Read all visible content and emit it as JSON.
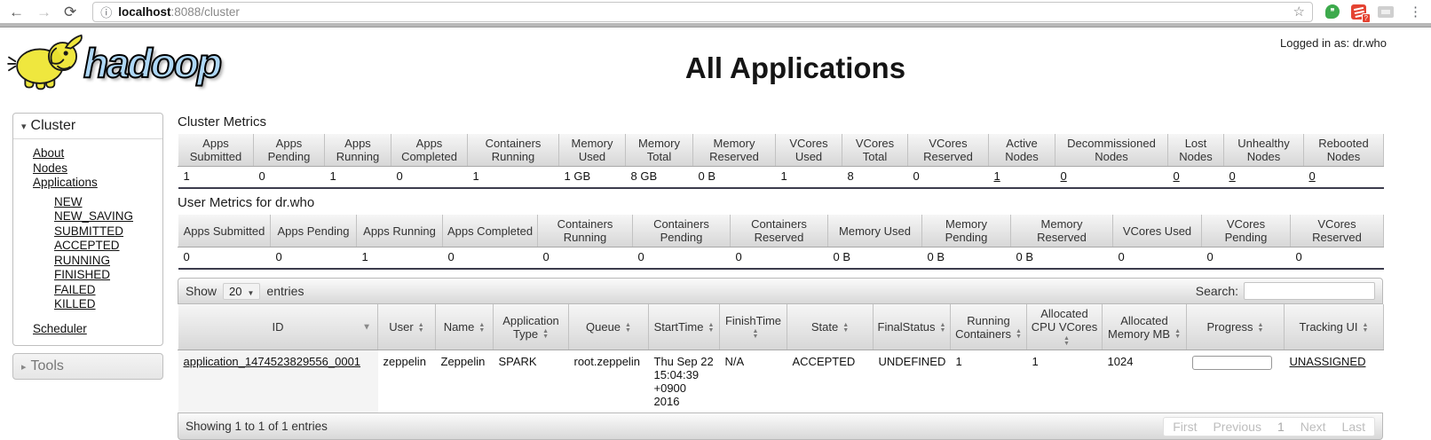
{
  "browser": {
    "back_icon": "←",
    "forward_icon": "→",
    "refresh_icon": "⟳",
    "info_icon": "ⓘ",
    "url_host": "localhost",
    "url_rest": ":8088/cluster",
    "star_icon": "☆",
    "ext_badge": "?",
    "menu_icon": "⋮",
    "quote_icon": "❞"
  },
  "header": {
    "logo_text": "hadoop",
    "title": "All Applications",
    "logged_in": "Logged in as: dr.who"
  },
  "sidebar": {
    "cluster_arrow": "▾",
    "cluster_label": "Cluster",
    "links": [
      "About",
      "Nodes",
      "Applications"
    ],
    "app_states": [
      "NEW",
      "NEW_SAVING",
      "SUBMITTED",
      "ACCEPTED",
      "RUNNING",
      "FINISHED",
      "FAILED",
      "KILLED"
    ],
    "scheduler_label": "Scheduler",
    "tools_arrow": "▸",
    "tools_label": "Tools"
  },
  "cluster_metrics": {
    "title": "Cluster Metrics",
    "columns": [
      "Apps Submitted",
      "Apps Pending",
      "Apps Running",
      "Apps Completed",
      "Containers Running",
      "Memory Used",
      "Memory Total",
      "Memory Reserved",
      "VCores Used",
      "VCores Total",
      "VCores Reserved",
      "Active Nodes",
      "Decommissioned Nodes",
      "Lost Nodes",
      "Unhealthy Nodes",
      "Rebooted Nodes"
    ],
    "values": [
      "1",
      "0",
      "1",
      "0",
      "1",
      "1 GB",
      "8 GB",
      "0 B",
      "1",
      "8",
      "0",
      "1",
      "0",
      "0",
      "0",
      "0"
    ]
  },
  "user_metrics": {
    "title": "User Metrics for dr.who",
    "columns": [
      "Apps Submitted",
      "Apps Pending",
      "Apps Running",
      "Apps Completed",
      "Containers Running",
      "Containers Pending",
      "Containers Reserved",
      "Memory Used",
      "Memory Pending",
      "Memory Reserved",
      "VCores Used",
      "VCores Pending",
      "VCores Reserved"
    ],
    "values": [
      "0",
      "0",
      "1",
      "0",
      "0",
      "0",
      "0",
      "0 B",
      "0 B",
      "0 B",
      "0",
      "0",
      "0"
    ]
  },
  "apps_table": {
    "show_label": "Show",
    "page_size": "20",
    "entries_label": "entries",
    "select_arrow": "▼",
    "search_label": "Search:",
    "sort_up": "▲",
    "sort_down": "▼",
    "columns": [
      "ID",
      "User",
      "Name",
      "Application Type",
      "Queue",
      "StartTime",
      "FinishTime",
      "State",
      "FinalStatus",
      "Running Containers",
      "Allocated CPU VCores",
      "Allocated Memory MB",
      "Progress",
      "Tracking UI"
    ],
    "row": {
      "id": "application_1474523829556_0001",
      "user": "zeppelin",
      "name": "Zeppelin",
      "type": "SPARK",
      "queue": "root.zeppelin",
      "start_time": "Thu Sep 22 15:04:39 +0900 2016",
      "finish_time": "N/A",
      "state": "ACCEPTED",
      "final_status": "UNDEFINED",
      "running_containers": "1",
      "allocated_cpu_vcores": "1",
      "allocated_memory_mb": "1024",
      "progress_pct": 0,
      "tracking_ui": "UNASSIGNED"
    },
    "footer": {
      "showing_text": "Showing 1 to 1 of 1 entries",
      "pagination": [
        "First",
        "Previous",
        "1",
        "Next",
        "Last"
      ]
    }
  }
}
